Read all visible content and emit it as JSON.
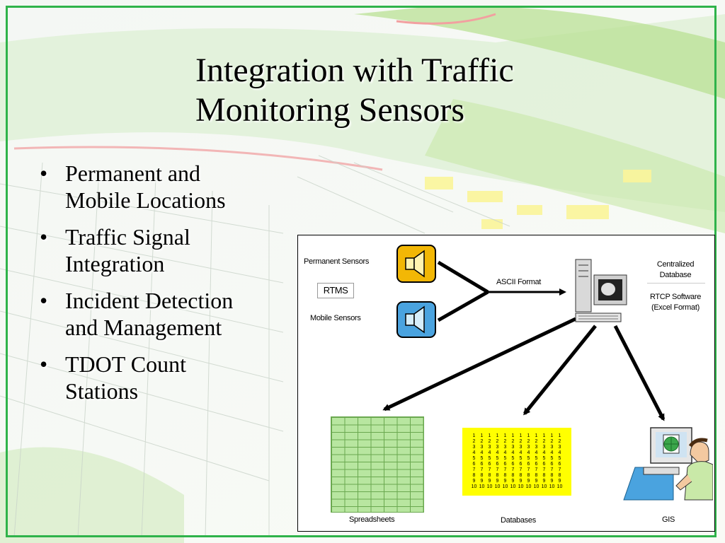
{
  "slide": {
    "title_lines": [
      "Integration with Traffic",
      "Monitoring Sensors"
    ],
    "bullets": [
      [
        "Permanent and",
        "Mobile Locations"
      ],
      [
        "Traffic Signal",
        "Integration"
      ],
      [
        "Incident Detection",
        "and Management"
      ],
      [
        "TDOT Count",
        "Stations"
      ]
    ],
    "bullet_glyph": "•"
  },
  "diagram": {
    "permanent_sensors": "Permanent Sensors",
    "rtms": "RTMS",
    "mobile_sensors": "Mobile Sensors",
    "ascii_format": "ASCII Format",
    "centralized_database": [
      "Centralized",
      "Database"
    ],
    "rtcp_software": [
      "RTCP Software",
      "(Excel Format)"
    ],
    "spreadsheets": "Spreadsheets",
    "databases": "Databases",
    "gis": "GIS",
    "db_rows": [
      "1",
      "2",
      "3",
      "4",
      "5",
      "6",
      "7",
      "8",
      "9",
      "10"
    ],
    "db_columns_per_row": 12
  },
  "colors": {
    "frame": "#2fb34a",
    "permanent_sensor": "#f2b705",
    "mobile_sensor": "#4aa3df",
    "spreadsheet": "#b8e6a0",
    "database": "#ffff00"
  }
}
